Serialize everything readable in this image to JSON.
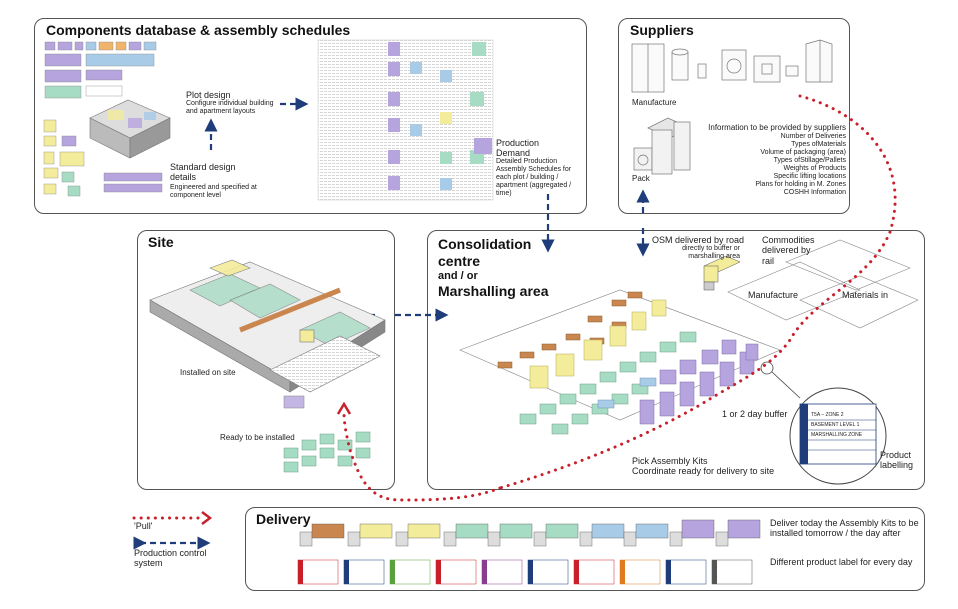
{
  "panels": {
    "components": {
      "title": "Components database & assembly schedules",
      "plot_design_title": "Plot design",
      "plot_design_desc": "Configure individual building and apartment layouts",
      "standard_title": "Standard design details",
      "standard_desc": "Engineered and specified at component level",
      "production_title": "Production Demand",
      "production_desc": "Detailed Production Assembly Schedules for each plot / building / apartment (aggregated / time)"
    },
    "suppliers": {
      "title": "Suppliers",
      "manufacture": "Manufacture",
      "pack": "Pack",
      "info_title": "Information to be provided by suppliers",
      "info_items": [
        "Number of Deliveries",
        "Types ofMaterials",
        "Volume of packaging (area)",
        "Types ofStillage/Pallets",
        "Weights of Products",
        "Specific lifting locations",
        "Plans for holding in M. Zones",
        "COSHH Information"
      ]
    },
    "site": {
      "title": "Site",
      "installed": "Installed on site",
      "ready": "Ready to be installed"
    },
    "consolidation": {
      "title_line1": "Consolidation",
      "title_line2": "centre",
      "and_or": "and / or",
      "title_line3": "Marshalling area",
      "osm_title": "OSM delivered by road",
      "osm_desc": "directly to buffer or marshalling area",
      "commodities": "Commodities delivered by rail",
      "manufacture_zone": "Manufacture",
      "materials_zone": "Materials in",
      "buffer": "1 or 2 day buffer",
      "pick_title": "Pick Assembly Kits",
      "pick_desc": "Coordinate ready for delivery to site",
      "product_labelling": "Product labelling",
      "label_lines": [
        "T5A – ZONE 2",
        "BASEMENT LEVEL 1",
        "MARSHALLING ZONE"
      ]
    },
    "delivery": {
      "title": "Delivery",
      "deliver_text": "Deliver today the Assembly Kits to be installed tomorrow / the day after",
      "label_text": "Different product label for every day"
    }
  },
  "legend": {
    "pull": "'Pull'",
    "production_control": "Production control system"
  },
  "colors": {
    "pull_red": "#c8202a",
    "control_blue": "#1f3d7a",
    "yellow": "#f3ec9a",
    "green": "#a7dcc4",
    "purple": "#b6a4de",
    "blue": "#a8cbe8",
    "brown": "#c9874f",
    "orange": "#f0b46a"
  },
  "icons": [
    "truck-icon",
    "washing-machine-icon",
    "cabinet-icon",
    "cylinder-tank-icon",
    "crate-icon",
    "label-card-icon"
  ]
}
